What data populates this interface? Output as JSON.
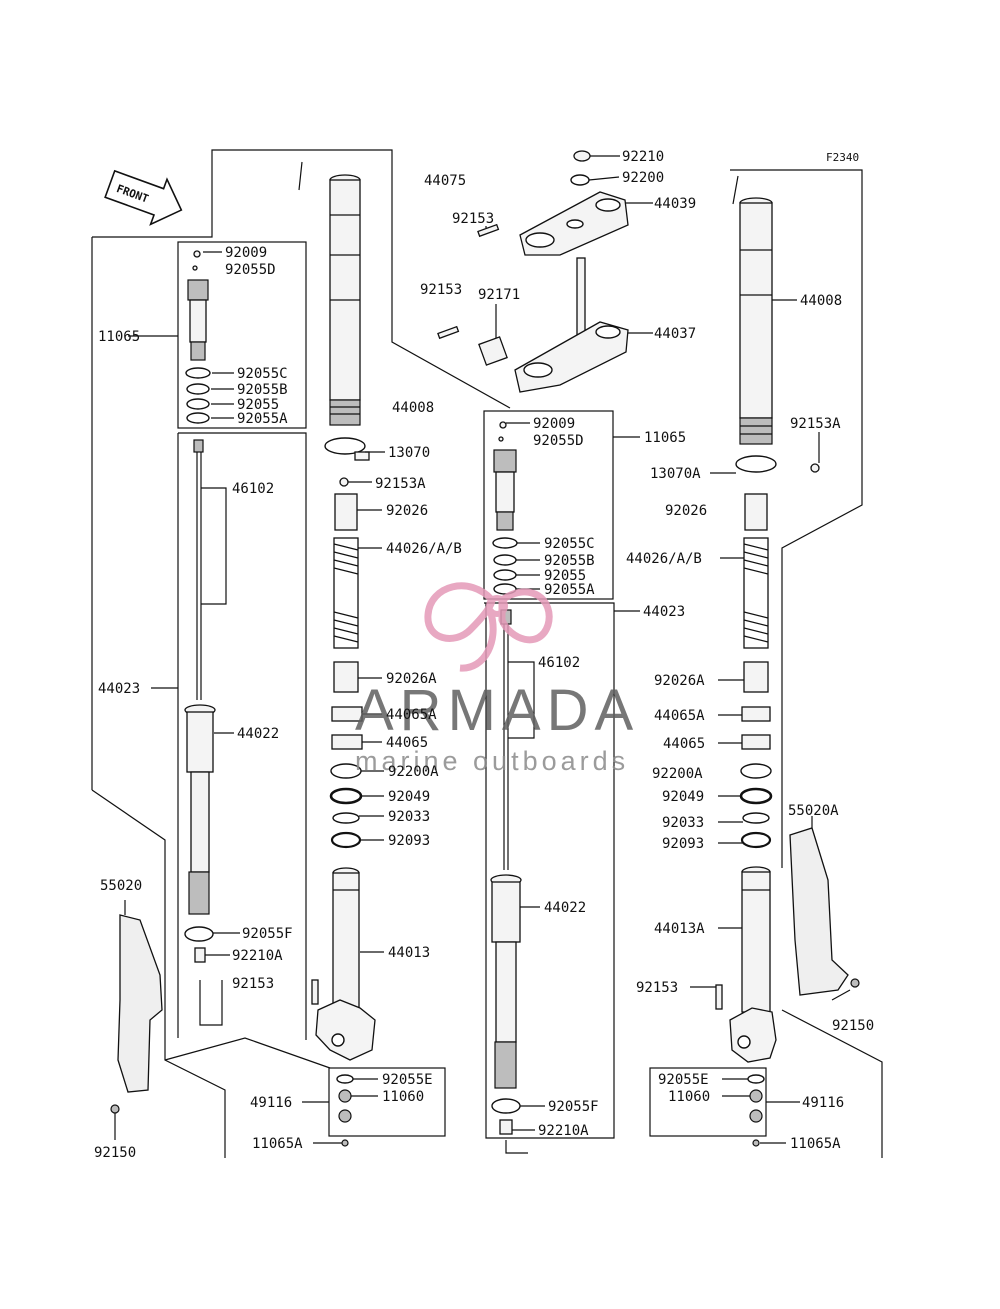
{
  "diagram": {
    "figure_code": "F2340",
    "front_arrow": "FRONT",
    "watermark": {
      "title": "ARMADA",
      "subtitle": "marine outboards",
      "color": "#e49ab8"
    },
    "labels": {
      "L92210_top": "92210",
      "L92200_top": "92200",
      "L44075": "44075",
      "L92153_a": "92153",
      "L44039": "44039",
      "L92153_b": "92153",
      "L92171": "92171",
      "L44037": "44037",
      "L44008_c": "44008",
      "L92009_l": "92009",
      "L92055D_l": "92055D",
      "L11065_l": "11065",
      "L92055C_l": "92055C",
      "L92055B_l": "92055B",
      "L92055_l": "92055",
      "L92055A_l": "92055A",
      "L46102_l": "46102",
      "L44023_l": "44023",
      "L44022_l": "44022",
      "L92055F_l": "92055F",
      "L92210A_l": "92210A",
      "L92153_l": "92153",
      "L55020": "55020",
      "L92150_l": "92150",
      "L13070": "13070",
      "L92153A_c": "92153A",
      "L92026_c": "92026",
      "L44026_c": "44026/A/B",
      "L92026A_c": "92026A",
      "L44065A_c": "44065A",
      "L44065_c": "44065",
      "L92200A_c": "92200A",
      "L92049_c": "92049",
      "L92033_c": "92033",
      "L92093_c": "92093",
      "L44013_c": "44013",
      "L49116_c": "49116",
      "L92055E_c": "92055E",
      "L11060_c": "11060",
      "L11065A_c": "11065A",
      "L92009_m": "92009",
      "L92055D_m": "92055D",
      "L11065_m": "11065",
      "L92055C_m": "92055C",
      "L92055B_m": "92055B",
      "L92055_m": "92055",
      "L92055A_m": "92055A",
      "L44023_m": "44023",
      "L46102_m": "46102",
      "L44022_m": "44022",
      "L92055F_m": "92055F",
      "L92210A_m": "92210A",
      "L44008_r": "44008",
      "L92153A_r": "92153A",
      "L13070A_r": "13070A",
      "L92026_r": "92026",
      "L44026_r": "44026/A/B",
      "L92026A_r": "92026A",
      "L44065A_r": "44065A",
      "L44065_r": "44065",
      "L92200A_r": "92200A",
      "L92049_r": "92049",
      "L92033_r": "92033",
      "L92093_r": "92093",
      "L55020A": "55020A",
      "L44013A": "44013A",
      "L92153_r": "92153",
      "L92150_r": "92150",
      "L92055E_r": "92055E",
      "L11060_r": "11060",
      "L49116_r": "49116",
      "L11065A_r": "11065A"
    }
  }
}
